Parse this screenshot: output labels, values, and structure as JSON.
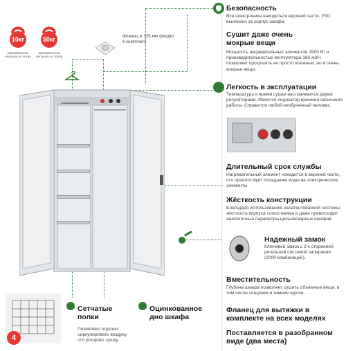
{
  "weights": [
    {
      "value": "10кг",
      "caption": "максимальная нагрузка на полку",
      "color": "#e53935"
    },
    {
      "value": "50кг",
      "caption": "максимальная нагрузка на трубу",
      "color": "#e53935"
    }
  ],
  "flange_note": "Фланец ⌀ 125 мм (входит в комплект)",
  "features": [
    {
      "title": "Безопасность",
      "text": "Вся электроника находиться верхней части. УЗО вынесено за корпус шкафа."
    },
    {
      "title": "Сушит даже очень мокрые вещи",
      "text": "Мощность нагревательных элементов 2500 Вт и производительностью вентилятора 180 м3/ч позволяет просушить не просто влажные, но и очень мокрые вещи."
    },
    {
      "title": "Легкость в эксплуатации",
      "text": "Температура и время сушки настраивается двумя регуляторами. Имеется индикатор времени окончания работы. Справится любой необученный человек."
    },
    {
      "title": "Длительный срок службы",
      "text": "Нагревательный элемент находится в верхней части, что препятствует попаданию воды на электрические элементы."
    },
    {
      "title": "Жёсткость конструкции",
      "text": "Благодаря использованию залатентованной системы, жёсткость корпуса сопоставима и даже превосходит аналогичные параметры цельносварных шкафов."
    },
    {
      "title": "Надежный замок",
      "text": "Ключевой замок с 2-х сторонней ригельной системой запирания (2000 комбинаций)."
    },
    {
      "title": "Вместительность",
      "text": "Глубина шкафа позволяет сушить объёмные вещи, в том числе спецовки и зимние куртки."
    },
    {
      "title": "Фланец для вытяжки в комплекте на всех моделях",
      "text": ""
    },
    {
      "title": "Поставляется в разобранном виде (два места)",
      "text": ""
    }
  ],
  "bottom": {
    "shelves_title": "Сетчатые полки",
    "shelves_text": "Позволяют хорошо циркулировать воздуху, что ускоряет сушку.",
    "bottom_title": "Оцинкованное дно шкафа",
    "badge": "4"
  },
  "colors": {
    "accent": "#2e7d32",
    "weight": "#e53935",
    "cabinet": "#dfe3e6"
  }
}
